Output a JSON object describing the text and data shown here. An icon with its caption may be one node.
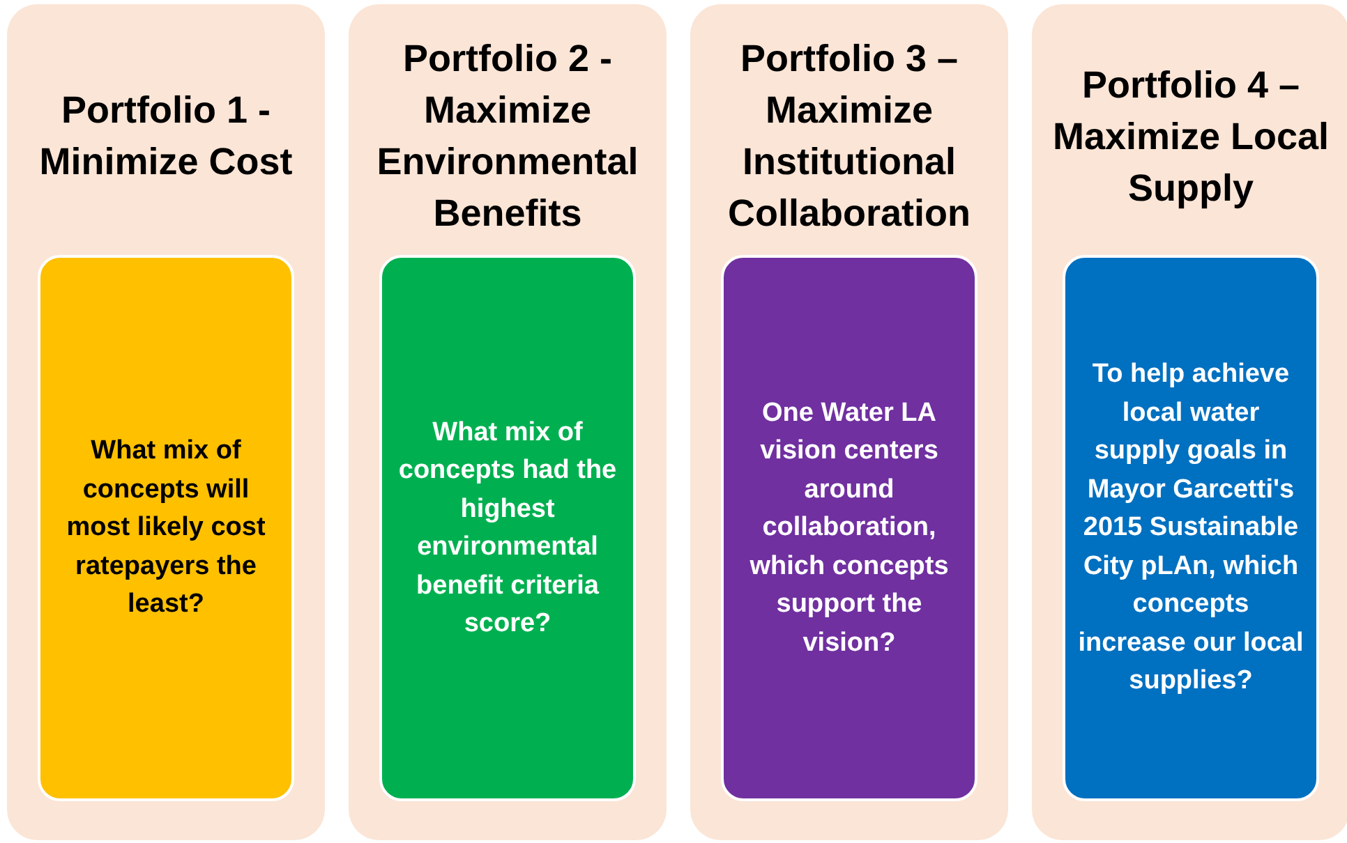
{
  "diagram": {
    "nodes": [
      {
        "text": [
          "Portfolio 1 - Minimize Cost"
        ]
      },
      {
        "text": [
          "What mix of concepts will most likely cost ratepayers the least?"
        ],
        "in": 0
      },
      {
        "text": [
          "Portfolio 2 - Maximize Environmental Benefits"
        ]
      },
      {
        "text": [
          "What mix of concepts had the highest environmental benefit criteria score?"
        ],
        "in": 2
      },
      {
        "text": [
          "Portfolio 3 – Maximize Institutional Collaboration"
        ]
      },
      {
        "text": [
          "One Water LA vision centers around collaboration, which concepts support the vision?"
        ],
        "in": 4
      },
      {
        "text": [
          "Portfolio 4 – Maximize Local Supply"
        ]
      },
      {
        "text": [
          "To help achieve local water supply goals in Mayor Garcetti's 2015 Sustainable City pLAn, which concepts increase our local supplies?"
        ],
        "in": 6
      }
    ]
  }
}
